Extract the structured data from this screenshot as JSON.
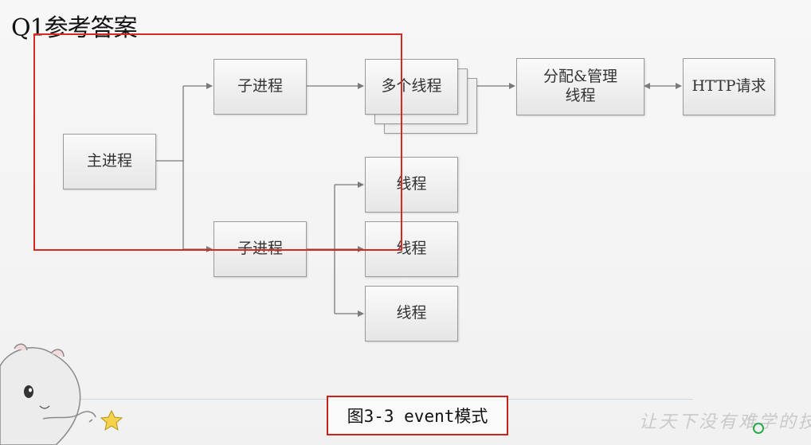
{
  "title": "Q1参考答案",
  "diagram": {
    "main_process": "主进程",
    "child_process_top": "子进程",
    "child_process_bottom": "子进程",
    "multi_threads": "多个线程",
    "dispatch_manage": "分配&管理\n线程",
    "http_request": "HTTP请求",
    "thread_1": "线程",
    "thread_2": "线程",
    "thread_3": "线程"
  },
  "caption": "图3-3 event模式",
  "watermark": "让天下没有难学的技",
  "colors": {
    "highlight": "#d42a22",
    "caption_border": "#c8221c",
    "node_border": "#9a9a9a",
    "connector": "#7a7a7a"
  }
}
